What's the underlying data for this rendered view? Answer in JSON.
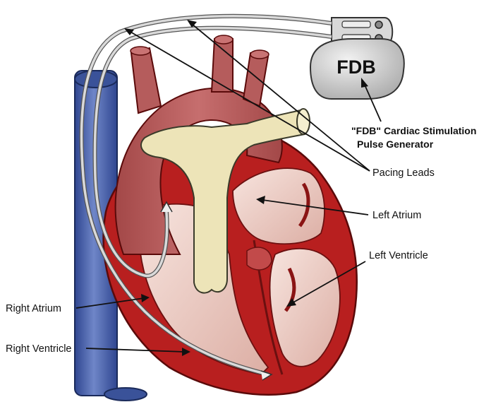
{
  "generator": {
    "brand": "FDB",
    "caption_line1": "\"FDB\" Cardiac Stimulation",
    "caption_line2": "Pulse Generator"
  },
  "labels": {
    "pacing_leads": "Pacing Leads",
    "left_atrium": "Left Atrium",
    "left_ventricle": "Left Ventricle",
    "right_atrium": "Right Atrium",
    "right_ventricle": "Right Ventricle"
  },
  "colors": {
    "heart_muscle": "#b61d1d",
    "chamber_light": "#f3d6cf",
    "aorta": "#b55c5c",
    "pulmonary_artery": "#ede4b8",
    "vena_cava": "#4b63a8",
    "lead_wire": "#bfbfbf",
    "generator_body": "#d2d2d2"
  }
}
